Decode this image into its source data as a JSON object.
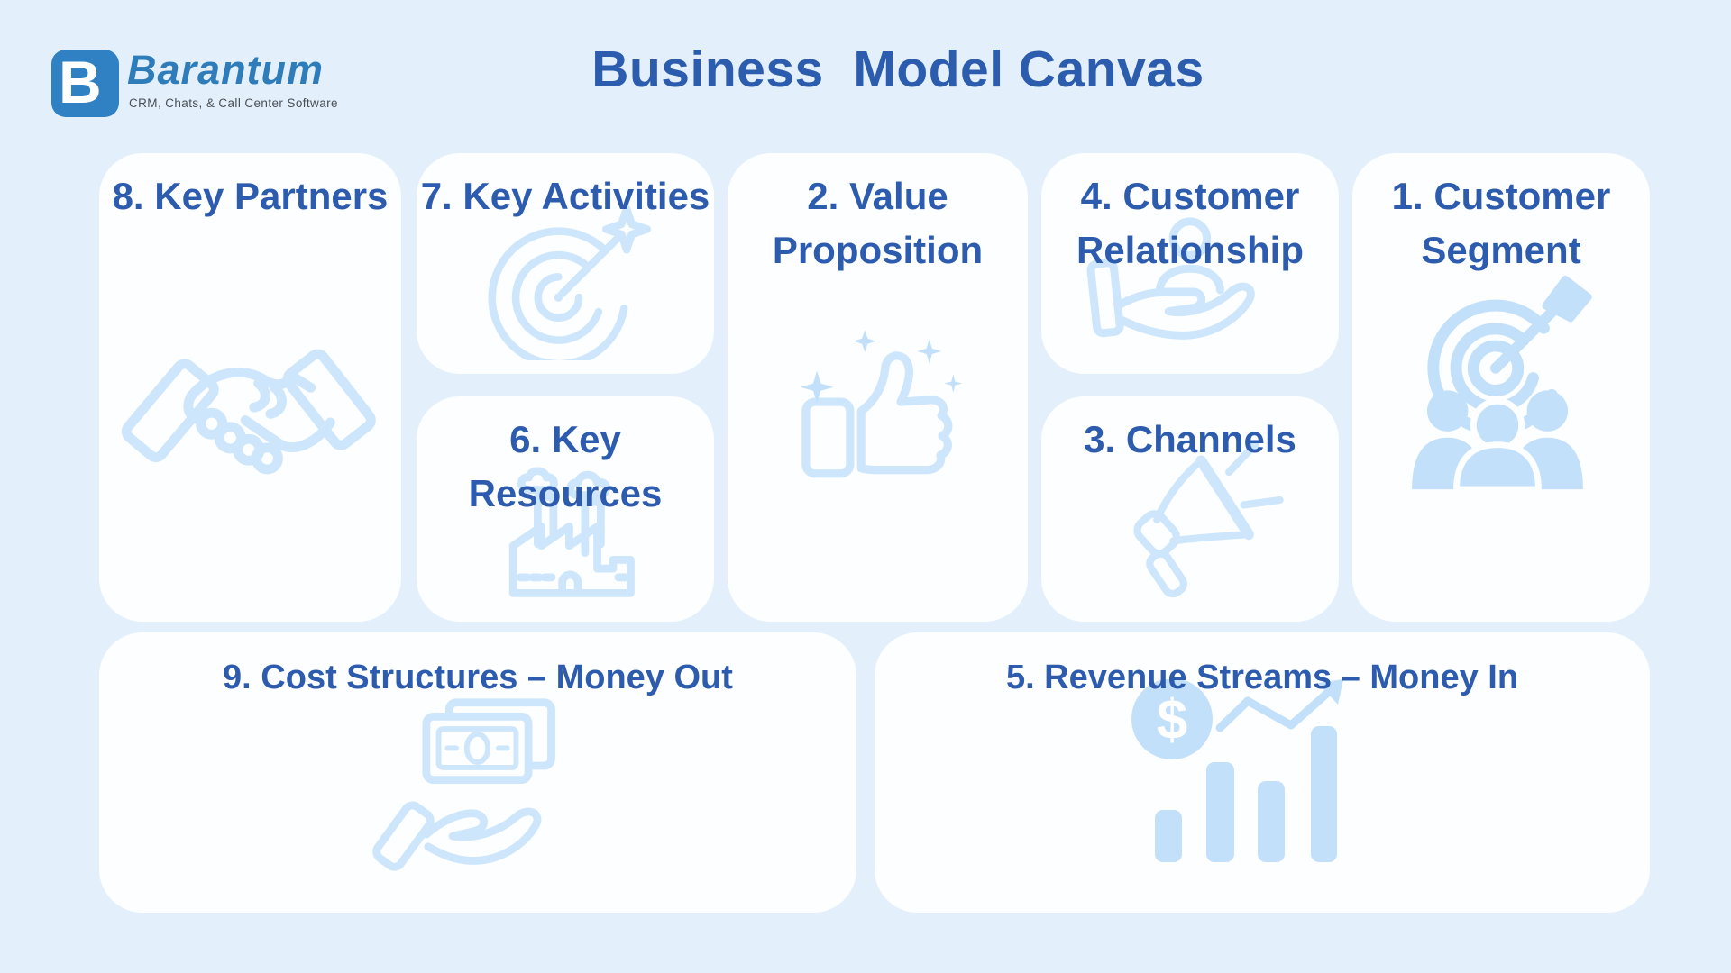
{
  "header": {
    "logo": {
      "mark": "B",
      "name": "Barantum",
      "tagline": "CRM, Chats, & Call Center Software"
    },
    "title": "Business  Model Canvas"
  },
  "cards": [
    {
      "title": "8. Key Partners",
      "icon": "handshake-icon"
    },
    {
      "title": "7. Key Activities",
      "icon": "target-arrow-icon"
    },
    {
      "title": "6. Key Resources",
      "icon": "factory-icon"
    },
    {
      "title": "2. Value Proposition",
      "icon": "thumbs-up-icon"
    },
    {
      "title": "4. Customer Relationship",
      "icon": "hand-person-icon"
    },
    {
      "title": "3. Channels",
      "icon": "megaphone-icon"
    },
    {
      "title": "1. Customer Segment",
      "icon": "target-people-icon"
    },
    {
      "title": "9. Cost Structures – Money Out",
      "icon": "money-hand-icon"
    },
    {
      "title": "5. Revenue Streams – Money In",
      "icon": "coin-chart-icon"
    }
  ],
  "colors": {
    "background": "#e3f0fb",
    "card": "#fcfeff",
    "heading_blue": "#2d5cae",
    "icon_stroke_blue": "#cde6fc",
    "icon_fill_blue": "#c2e0fa",
    "logo_blue": "#2f81c4",
    "wordmark_blue": "#2e7cb9",
    "tagline_gray": "#4a4f55"
  }
}
